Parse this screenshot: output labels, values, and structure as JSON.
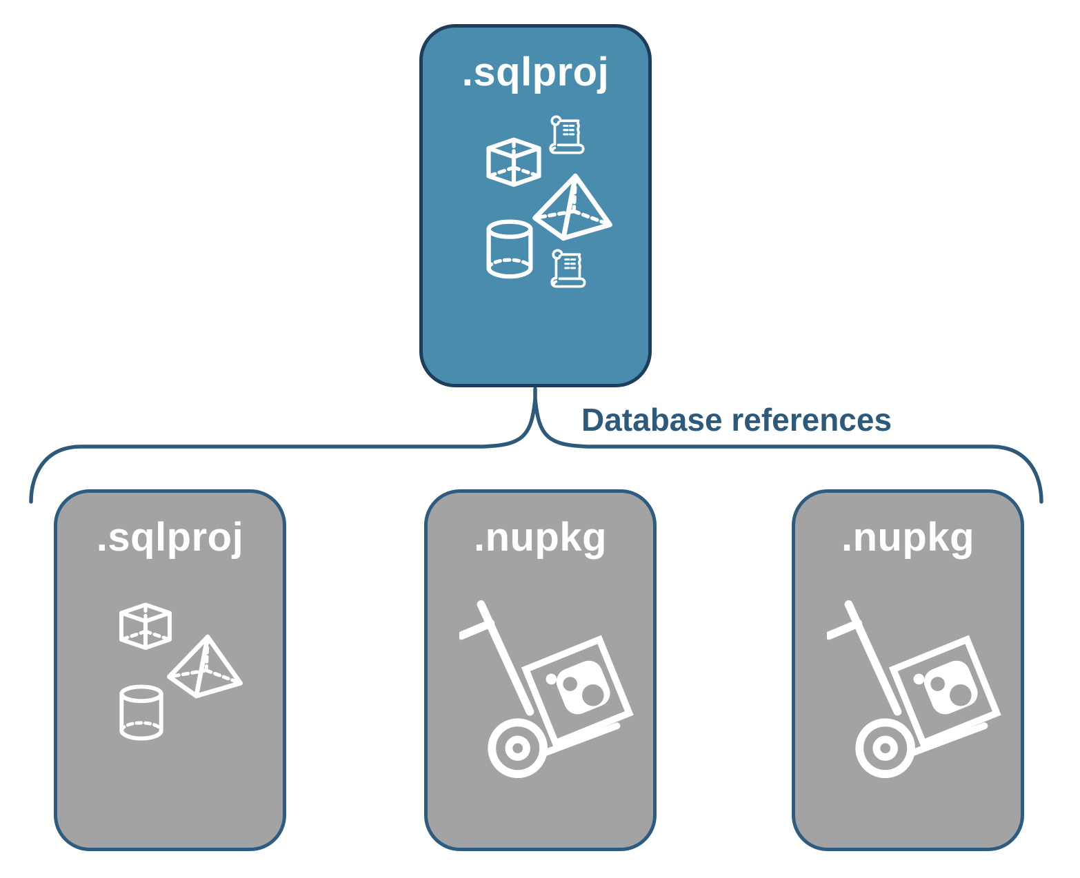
{
  "diagram": {
    "parent": {
      "label": ".sqlproj",
      "icons": [
        "cube-icon",
        "scroll-icon",
        "pyramid-icon",
        "cylinder-icon",
        "scroll-icon"
      ]
    },
    "connector": {
      "label": "Database references"
    },
    "children": [
      {
        "label": ".sqlproj",
        "icons": [
          "cube-icon",
          "pyramid-icon",
          "cylinder-icon"
        ]
      },
      {
        "label": ".nupkg",
        "icons": [
          "nuget-package-handtruck-icon"
        ]
      },
      {
        "label": ".nupkg",
        "icons": [
          "nuget-package-handtruck-icon"
        ]
      }
    ],
    "colors": {
      "parent_fill": "#4a8cad",
      "parent_border": "#1e3d5c",
      "child_fill": "#a3a3a3",
      "child_border": "#2e5c80",
      "connector": "#2d597b",
      "title_text": "#ffffff",
      "background": "#ffffff"
    }
  }
}
